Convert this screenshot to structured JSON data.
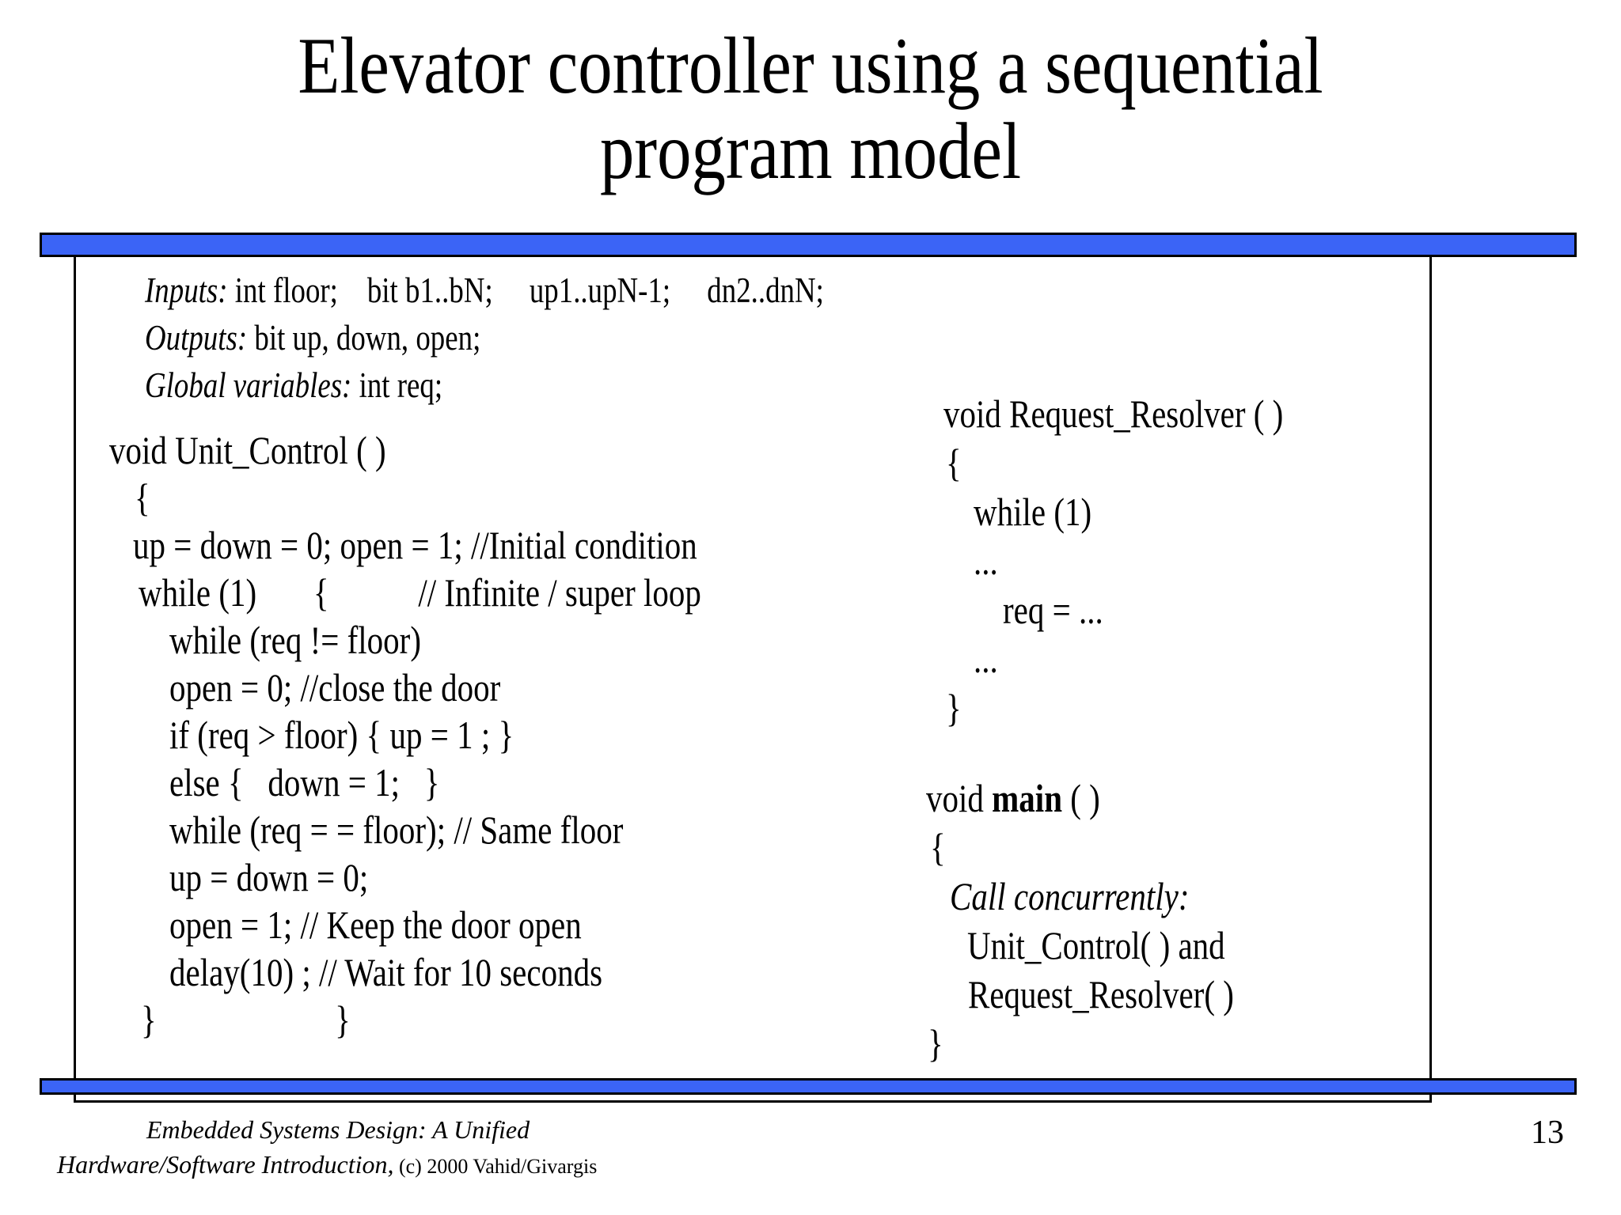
{
  "title": {
    "line1": "Elevator controller using a sequential",
    "line2": "program model"
  },
  "colors": {
    "bar_fill": "#3b64f6",
    "border": "#000000",
    "text": "#000000"
  },
  "page_number": "13",
  "footer": {
    "book_title_line1": "Embedded Systems Design: A Unified",
    "book_title_line2_italic": "Hardware/Software Introduction,",
    "copyright": " (c) 2000 Vahid/Givargis"
  },
  "code_panel": {
    "left_column": {
      "lines": [
        {
          "indent": 90,
          "cls": "decl",
          "segments": [
            {
              "style": "italic",
              "text": "Inputs:"
            },
            {
              "style": "regular",
              "text": " int floor;    bit b1..bN;     up1..upN-1;     dn2..dnN;"
            }
          ]
        },
        {
          "indent": 90,
          "cls": "decl",
          "segments": [
            {
              "style": "italic",
              "text": "Outputs:"
            },
            {
              "style": "regular",
              "text": " bit up, down, open;"
            }
          ]
        },
        {
          "indent": 90,
          "cls": "decl",
          "segments": [
            {
              "style": "italic",
              "text": "Global variables:"
            },
            {
              "style": "regular",
              "text": " int req;"
            }
          ]
        },
        {
          "indent": 45,
          "gap_before": 22,
          "segments": [
            {
              "style": "regular",
              "text": "void Unit_Control ( )"
            }
          ]
        },
        {
          "indent": 77,
          "segments": [
            {
              "style": "regular",
              "text": "{"
            }
          ]
        },
        {
          "indent": 75,
          "segments": [
            {
              "style": "regular",
              "text": "up = down = 0; open = 1; //Initial condition"
            }
          ]
        },
        {
          "indent": 82,
          "segments": [
            {
              "style": "regular",
              "text": "while (1)       {           // Infinite / super loop"
            }
          ]
        },
        {
          "indent": 121,
          "segments": [
            {
              "style": "regular",
              "text": "while (req != floor)"
            }
          ]
        },
        {
          "indent": 121,
          "segments": [
            {
              "style": "regular",
              "text": "open = 0; //close the door"
            }
          ]
        },
        {
          "indent": 121,
          "segments": [
            {
              "style": "regular",
              "text": "if (req > floor) { up = 1 ; }"
            }
          ]
        },
        {
          "indent": 121,
          "segments": [
            {
              "style": "regular",
              "text": "else {   down = 1;   }"
            }
          ]
        },
        {
          "indent": 121,
          "segments": [
            {
              "style": "regular",
              "text": "while (req = = floor); // Same floor"
            }
          ]
        },
        {
          "indent": 121,
          "segments": [
            {
              "style": "regular",
              "text": "up = down = 0;"
            }
          ]
        },
        {
          "indent": 121,
          "segments": [
            {
              "style": "regular",
              "text": "open = 1; // Keep the door open"
            }
          ]
        },
        {
          "indent": 121,
          "segments": [
            {
              "style": "regular",
              "text": "delay(10) ; // Wait for 10 seconds"
            }
          ]
        },
        {
          "indent": 85,
          "segments": [
            {
              "style": "regular",
              "text": "}                      }"
            }
          ]
        }
      ]
    },
    "right_column": {
      "lines": [
        {
          "indent": 47,
          "segments": [
            {
              "style": "regular",
              "text": "void Request_Resolver ( )"
            }
          ]
        },
        {
          "indent": 50,
          "segments": [
            {
              "style": "regular",
              "text": "{"
            }
          ]
        },
        {
          "indent": 85,
          "segments": [
            {
              "style": "regular",
              "text": "while (1)"
            }
          ]
        },
        {
          "indent": 85,
          "segments": [
            {
              "style": "regular",
              "text": "..."
            }
          ]
        },
        {
          "indent": 122,
          "segments": [
            {
              "style": "regular",
              "text": "req = ..."
            }
          ]
        },
        {
          "indent": 85,
          "segments": [
            {
              "style": "regular",
              "text": "..."
            }
          ]
        },
        {
          "indent": 50,
          "segments": [
            {
              "style": "regular",
              "text": "}"
            }
          ]
        },
        {
          "indent": 25,
          "gap_before": 52,
          "segments": [
            {
              "style": "regular",
              "text": "void "
            },
            {
              "style": "bold",
              "text": "main"
            },
            {
              "style": "regular",
              "text": " ( )"
            }
          ]
        },
        {
          "indent": 30,
          "segments": [
            {
              "style": "regular",
              "text": "{"
            }
          ]
        },
        {
          "indent": 55,
          "segments": [
            {
              "style": "italic",
              "text": "Call concurrently:"
            }
          ]
        },
        {
          "indent": 77,
          "segments": [
            {
              "style": "regular",
              "text": "Unit_Control( ) and"
            }
          ]
        },
        {
          "indent": 78,
          "segments": [
            {
              "style": "regular",
              "text": "Request_Resolver( )"
            }
          ]
        },
        {
          "indent": 27,
          "segments": [
            {
              "style": "regular",
              "text": "}"
            }
          ]
        }
      ]
    }
  }
}
